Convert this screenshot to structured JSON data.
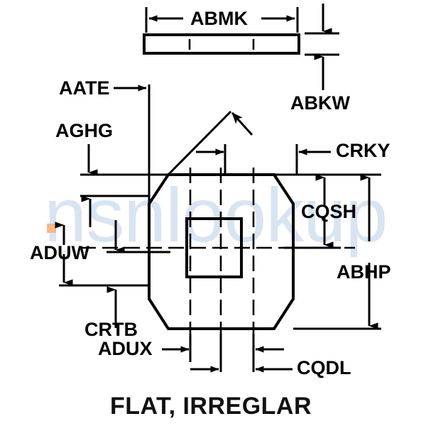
{
  "drawing": {
    "caption": "FLAT, IRREGLAR",
    "colors": {
      "line": "#000000",
      "background": "#ffffff",
      "watermark_text": "#d9e4f2",
      "watermark_dot": "#f6b98a"
    },
    "dimension_labels": [
      {
        "id": "ABMK",
        "text": "ABMK",
        "position": "top-center",
        "kind": "horizontal-dimension"
      },
      {
        "id": "ABKW",
        "text": "ABKW",
        "position": "top-right",
        "kind": "vertical-dimension"
      },
      {
        "id": "AATE",
        "text": "AATE",
        "position": "upper-left",
        "kind": "leader"
      },
      {
        "id": "AGHG",
        "text": "AGHG",
        "position": "upper-left",
        "kind": "leader"
      },
      {
        "id": "CRKY",
        "text": "CRKY",
        "position": "right",
        "kind": "leader"
      },
      {
        "id": "CQSH",
        "text": "CQSH",
        "position": "right",
        "kind": "vertical-dimension"
      },
      {
        "id": "ABHP",
        "text": "ABHP",
        "position": "right",
        "kind": "vertical-dimension"
      },
      {
        "id": "ADUW",
        "text": "ADUW",
        "position": "left",
        "kind": "vertical-dimension"
      },
      {
        "id": "CRTB",
        "text": "CRTB",
        "position": "lower-left",
        "kind": "leader"
      },
      {
        "id": "ADUX",
        "text": "ADUX",
        "position": "bottom-left",
        "kind": "horizontal-dimension"
      },
      {
        "id": "CQDL",
        "text": "CQDL",
        "position": "bottom-right",
        "kind": "horizontal-dimension"
      }
    ],
    "watermark": {
      "text": "nsnlookup"
    },
    "figures": {
      "top_bar": {
        "name": "side-profile-bar",
        "description": "thin horizontal rectangle with two dashed centerlines"
      },
      "main_shape": {
        "name": "octagon-outline",
        "description": "octagonal flat washer outline with inner square hole"
      }
    }
  }
}
